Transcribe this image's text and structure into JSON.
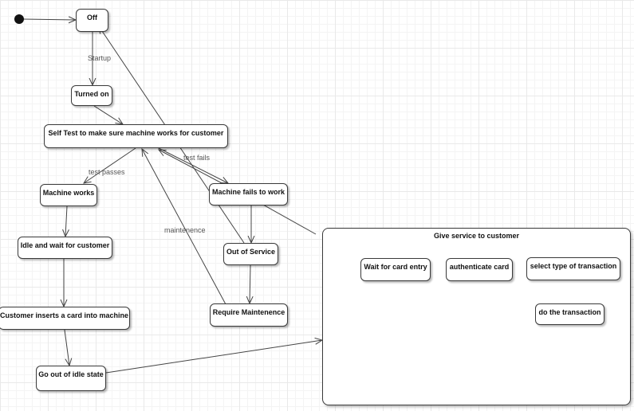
{
  "states": {
    "off": "Off",
    "turned_on": "Turned on",
    "self_test": "Self Test to make sure machine works for customer",
    "machine_works": "Machine works",
    "machine_fails": "Machine fails to work",
    "idle_wait": "Idle and wait for customer",
    "out_of_service": "Out of Service",
    "customer_inserts": "Customer inserts a card into machine",
    "require_maintenance": "Require Maintenence",
    "go_out_idle": "Go out of idle state"
  },
  "composite": {
    "title": "Give service to customer",
    "states": {
      "wait_card": "Wait for card entry",
      "authenticate": "authenticate card",
      "select_type": "select type of transaction",
      "do_transaction": "do the transaction"
    }
  },
  "transition_labels": {
    "startup": "Startup",
    "test_passes": "test passes",
    "test_fails": "test fails",
    "maintenence": "maintenence"
  },
  "colors": {
    "line": "#444444",
    "node_fill": "#111111",
    "grid": "#e9e9e9"
  }
}
